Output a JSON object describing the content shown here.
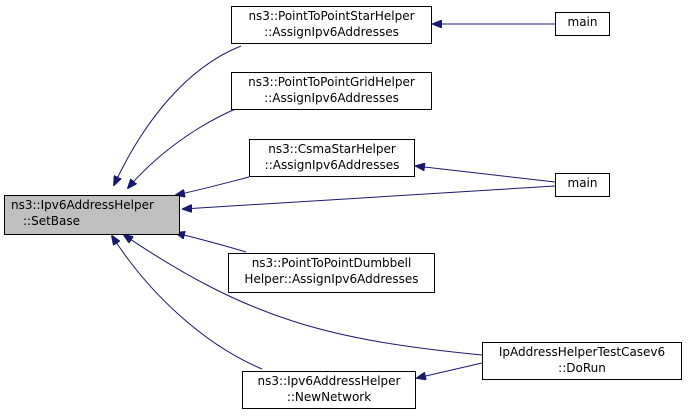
{
  "graph": {
    "nodes": {
      "setbase": {
        "line1": "ns3::Ipv6AddressHelper",
        "line2": "::SetBase"
      },
      "star": {
        "line1": "ns3::PointToPointStarHelper",
        "line2": "::AssignIpv6Addresses"
      },
      "grid": {
        "line1": "ns3::PointToPointGridHelper",
        "line2": "::AssignIpv6Addresses"
      },
      "csma": {
        "line1": "ns3::CsmaStarHelper",
        "line2": "::AssignIpv6Addresses"
      },
      "dumbbell": {
        "line1": "ns3::PointToPointDumbbell",
        "line2": "Helper::AssignIpv6Addresses"
      },
      "newnetwork": {
        "line1": "ns3::Ipv6AddressHelper",
        "line2": "::NewNetwork"
      },
      "main1": {
        "line1": "main"
      },
      "main2": {
        "line1": "main"
      },
      "testcase": {
        "line1": "IpAddressHelperTestCasev6",
        "line2": "::DoRun"
      }
    },
    "edge_color": "#191970",
    "focus_color": "#bfbfbf"
  }
}
